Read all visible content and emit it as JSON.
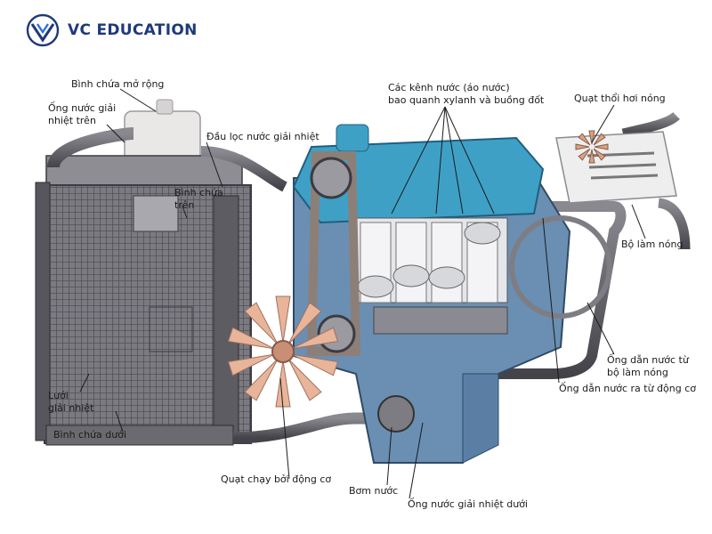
{
  "brand": {
    "name": "VC EDUCATION",
    "color": "#1f3a7a"
  },
  "colors": {
    "radiator": "#6f6e75",
    "hose": "#5b5a62",
    "engine_body": "#6a8fb3",
    "engine_top": "#3fa0c6",
    "piston": "#d7d8dc",
    "fan": "#e8b59a",
    "belt": "#8c7f78"
  },
  "labels": {
    "expansion_tank": "Bình chứa mở rộng",
    "upper_hose": "Ống nước giải\nnhiệt trên",
    "radiator_cap": "Đầu lọc nước giải nhiệt",
    "upper_tank": "Bình chứa\ntrên",
    "water_jackets": "Các kênh nước (áo nước)\nbao quanh xylanh và buồng đốt",
    "heater_fan": "Quạt thổi hơi nóng",
    "heater": "Bộ làm nóng",
    "heater_return": "Ống dẫn nước từ\nbộ làm nóng",
    "engine_outlet": "Ống dẫn nước ra từ động cơ",
    "radiator_core": "Lưới\ngiải nhiệt",
    "lower_tank": "Bình chứa dưới",
    "engine_fan": "Quạt chạy bởi động cơ",
    "water_pump": "Bơm nước",
    "lower_hose": "Ống nước giải nhiệt dưới"
  }
}
